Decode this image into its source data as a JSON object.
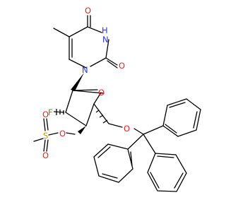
{
  "molecule": {
    "atom_labels": {
      "uracil_o4": "O",
      "uracil_nh": "H",
      "uracil_n3": "N",
      "uracil_o2": "O",
      "uracil_n1": "N",
      "fluorine": "F",
      "ring_oxygen": "O",
      "ether_oxygen": "O",
      "sulfonyl_o_top": "O",
      "sulfonyl_o_bottom": "O",
      "sulfur": "S",
      "ester_oxygen": "O"
    },
    "colors": {
      "bond": "#000000",
      "oxygen": "#e8231f",
      "nitrogen": "#2a3bcf",
      "fluorine": "#6a8a2a",
      "sulfur": "#b8a400"
    }
  }
}
